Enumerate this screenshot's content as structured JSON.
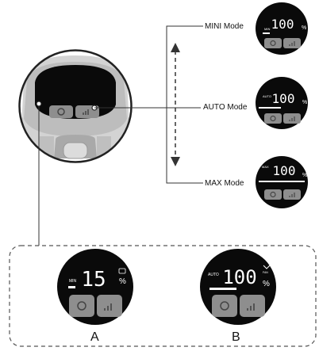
{
  "modes": {
    "mini": {
      "label": "MINI Mode",
      "tag": "MIN",
      "value": "100",
      "unit": "%"
    },
    "auto": {
      "label": "AUTO Mode",
      "tag": "AUTO",
      "value": "100",
      "unit": "%"
    },
    "max": {
      "label": "MAX Mode",
      "tag": "MAX",
      "value": "100",
      "unit": "%"
    }
  },
  "panels": {
    "a": {
      "letter": "A",
      "tag": "MIN",
      "value": "15",
      "unit": "%"
    },
    "b": {
      "letter": "B",
      "tag": "AUTO",
      "value": "100",
      "unit": "%",
      "corner_tag": "FAN"
    }
  },
  "colors": {
    "display": "#0a0a0a",
    "button": "#8e8e8e",
    "body": "#c9c9c9",
    "line": "#333333"
  }
}
